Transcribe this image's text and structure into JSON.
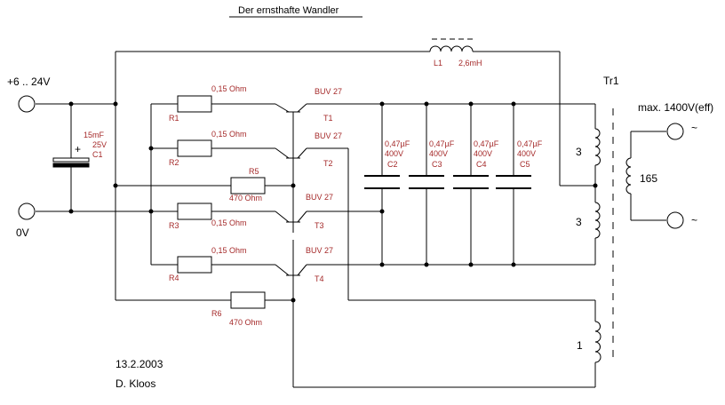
{
  "title": "Der ernsthafte Wandler",
  "inputs": {
    "positive": "+6 .. 24V",
    "ground": "0V"
  },
  "output": {
    "rating": "max. 1400V(eff)",
    "terminal_symbol": "~"
  },
  "transformer": {
    "name": "Tr1",
    "winding_primary_top": "3",
    "winding_primary_bottom": "3",
    "winding_feedback": "1",
    "winding_secondary": "165"
  },
  "inductor": {
    "ref": "L1",
    "value": "2,6mH"
  },
  "input_capacitor": {
    "ref": "C1",
    "capacitance": "15mF",
    "voltage": "25V",
    "polarity": "+"
  },
  "resistors": [
    {
      "ref": "R1",
      "value": "0,15 Ohm"
    },
    {
      "ref": "R2",
      "value": "0,15 Ohm"
    },
    {
      "ref": "R3",
      "value": "0,15 Ohm"
    },
    {
      "ref": "R4",
      "value": "0,15 Ohm"
    },
    {
      "ref": "R5",
      "value": "470 Ohm"
    },
    {
      "ref": "R6",
      "value": "470 Ohm"
    }
  ],
  "transistors": [
    {
      "ref": "T1",
      "type": "BUV 27"
    },
    {
      "ref": "T2",
      "type": "BUV 27"
    },
    {
      "ref": "T3",
      "type": "BUV 27"
    },
    {
      "ref": "T4",
      "type": "BUV 27"
    }
  ],
  "resonant_capacitors": [
    {
      "ref": "C2",
      "capacitance": "0,47µF",
      "voltage": "400V"
    },
    {
      "ref": "C3",
      "capacitance": "0,47µF",
      "voltage": "400V"
    },
    {
      "ref": "C4",
      "capacitance": "0,47µF",
      "voltage": "400V"
    },
    {
      "ref": "C5",
      "capacitance": "0,47µF",
      "voltage": "400V"
    }
  ],
  "footer": {
    "date": "13.2.2003",
    "author": "D. Kloos"
  }
}
